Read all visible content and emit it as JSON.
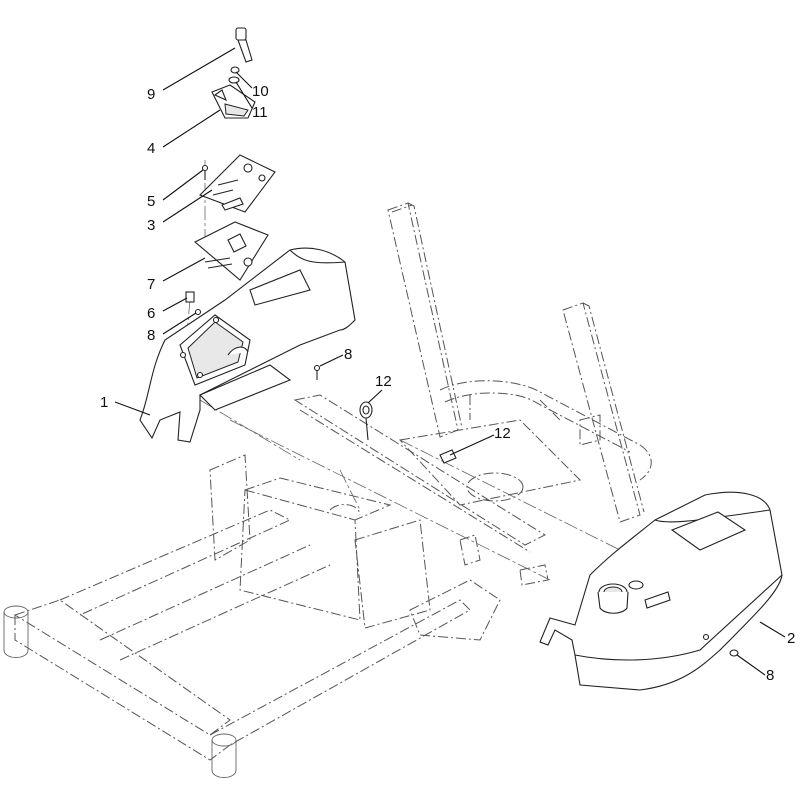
{
  "diagram": {
    "callouts": [
      {
        "id": "c9",
        "number": "9"
      },
      {
        "id": "c10",
        "number": "10"
      },
      {
        "id": "c11",
        "number": "11"
      },
      {
        "id": "c4",
        "number": "4"
      },
      {
        "id": "c5",
        "number": "5"
      },
      {
        "id": "c3",
        "number": "3"
      },
      {
        "id": "c7",
        "number": "7"
      },
      {
        "id": "c6",
        "number": "6"
      },
      {
        "id": "c8a",
        "number": "8"
      },
      {
        "id": "c8b",
        "number": "8"
      },
      {
        "id": "c1",
        "number": "1"
      },
      {
        "id": "c12a",
        "number": "12"
      },
      {
        "id": "c12b",
        "number": "12"
      },
      {
        "id": "c2",
        "number": "2"
      },
      {
        "id": "c8c",
        "number": "8"
      }
    ]
  }
}
